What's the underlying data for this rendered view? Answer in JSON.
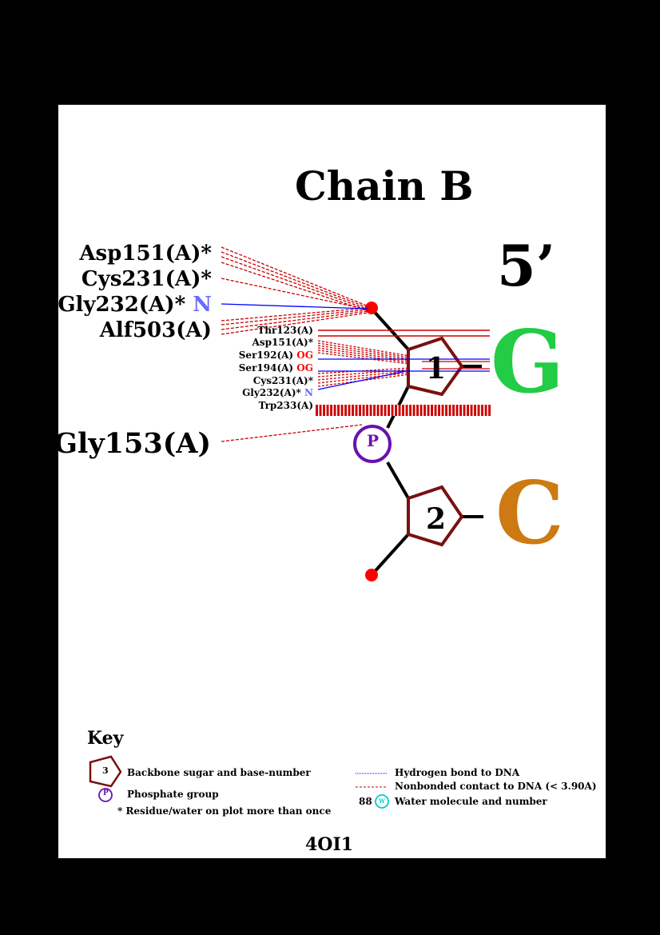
{
  "title": "Chain B",
  "end_label": "5’",
  "bases": [
    {
      "number": "1",
      "letter": "G",
      "color": "#22cc44"
    },
    {
      "number": "2",
      "letter": "C",
      "color": "#cc7a11"
    }
  ],
  "phosphate_label": "P",
  "big_residues": [
    {
      "name": "Asp151(A)*",
      "atom": ""
    },
    {
      "name": "Cys231(A)*",
      "atom": ""
    },
    {
      "name": "Gly232(A)*",
      "atom": "N"
    },
    {
      "name": "Alf503(A)",
      "atom": ""
    },
    {
      "name": "Gly153(A)",
      "atom": ""
    }
  ],
  "small_residues": [
    {
      "name": "Thr123(A)",
      "atom": ""
    },
    {
      "name": "Asp151(A)*",
      "atom": ""
    },
    {
      "name": "Ser192(A)",
      "atom": "OG"
    },
    {
      "name": "Ser194(A)",
      "atom": "OG"
    },
    {
      "name": "Cys231(A)*",
      "atom": ""
    },
    {
      "name": "Gly232(A)*",
      "atom": "N"
    },
    {
      "name": "Trp233(A)",
      "atom": ""
    }
  ],
  "key": {
    "heading": "Key",
    "sugar_label": "Backbone sugar and base-number",
    "sugar_example": "3",
    "phosphate_label": "Phosphate group",
    "phosphate_example": "P",
    "star_label": "* Residue/water on plot more than once",
    "hbond_label": "Hydrogen bond to DNA",
    "nonbond_label": "Nonbonded contact to DNA (< 3.90A)",
    "water_number": "88",
    "water_symbol": "W",
    "water_label": "Water molecule and number"
  },
  "pdb_id": "4OI1",
  "colors": {
    "sugar": "#7a1010",
    "phosphate": "#6a11b0",
    "hbond": "#0000ff",
    "nonbond": "#cc0000",
    "atom_n": "#6a6aff",
    "atom_og": "#ff0000",
    "water": "#00cccc"
  }
}
